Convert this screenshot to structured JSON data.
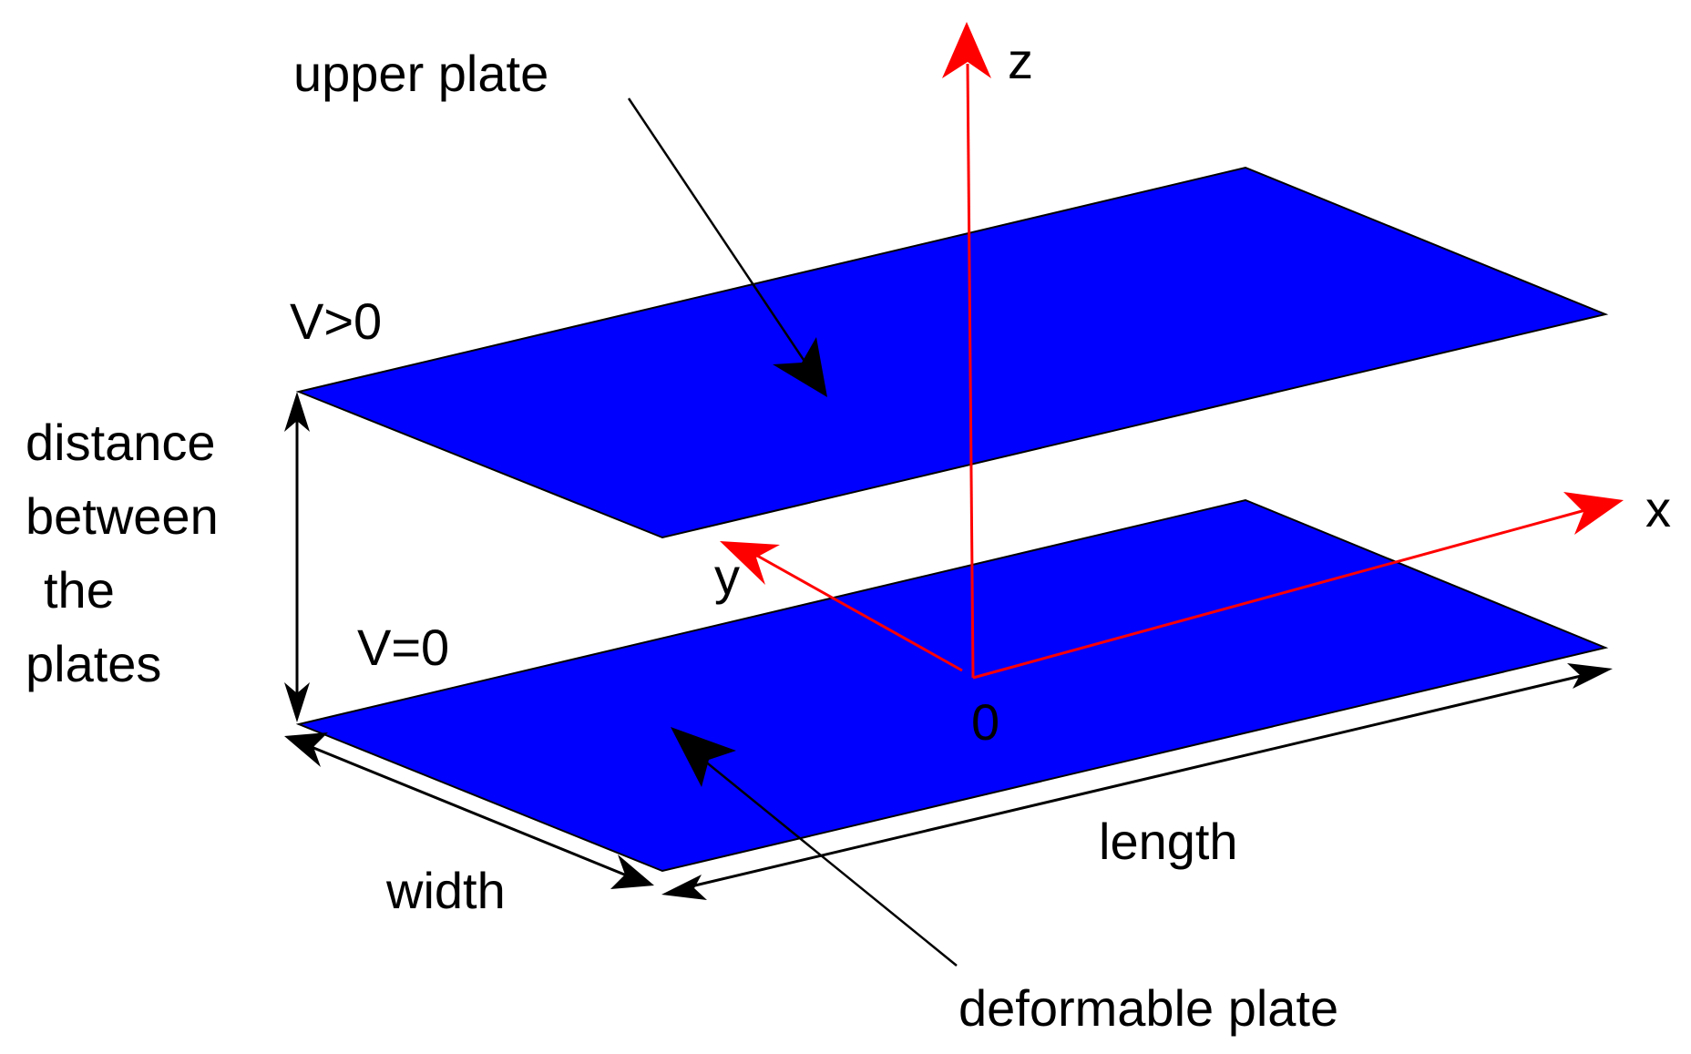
{
  "labels": {
    "upper_plate": "upper plate",
    "upper_voltage": "V>0",
    "lower_voltage": "V=0",
    "distance": [
      "distance",
      "between",
      "the",
      "plates"
    ],
    "width": "width",
    "length": "length",
    "deformable_plate": "deformable plate",
    "origin": "0"
  },
  "axes": {
    "x": "x",
    "y": "y",
    "z": "z"
  },
  "colors": {
    "plate": "#0000ff",
    "axis": "#ff0000",
    "annotation": "#000000"
  }
}
